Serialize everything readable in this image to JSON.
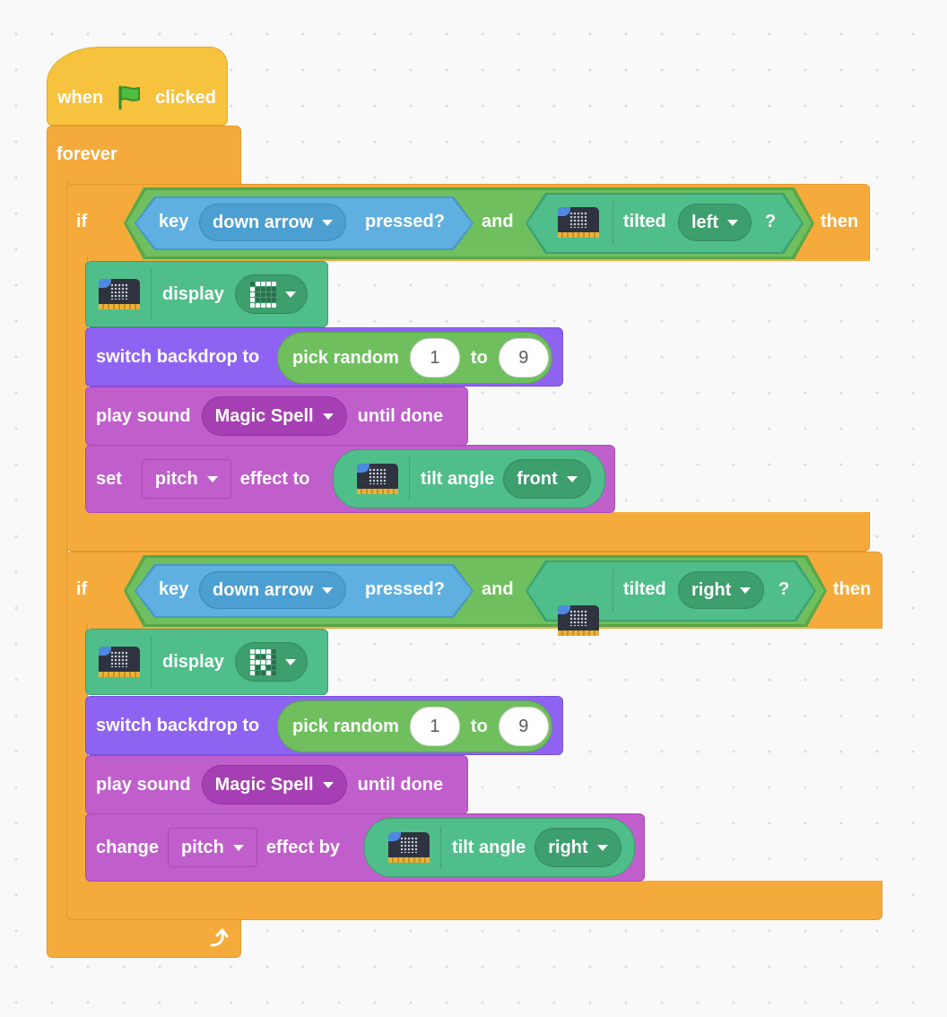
{
  "hat": {
    "when": "when",
    "clicked": "clicked"
  },
  "forever": {
    "label": "forever"
  },
  "if1": {
    "if": "if",
    "key": "key",
    "key_value": "down arrow",
    "pressed": "pressed?",
    "and": "and",
    "tilted": "tilted",
    "tilted_value": "left",
    "question": "?",
    "then": "then",
    "display": "display",
    "display_pattern": [
      0,
      1,
      1,
      1,
      1,
      1,
      0,
      0,
      0,
      0,
      1,
      0,
      0,
      0,
      0,
      1,
      0,
      0,
      0,
      0,
      1,
      1,
      1,
      1,
      1
    ],
    "switch_backdrop": "switch backdrop to",
    "pick_random": "pick random",
    "from": "1",
    "to": "to",
    "to_value": "9",
    "play_sound": "play sound",
    "sound_name": "Magic Spell",
    "until_done": "until done",
    "set": "set",
    "effect": "pitch",
    "effect_to": "effect to",
    "tilt_angle": "tilt angle",
    "tilt_dir": "front"
  },
  "if2": {
    "if": "if",
    "key": "key",
    "key_value": "down arrow",
    "pressed": "pressed?",
    "and": "and",
    "tilted": "tilted",
    "tilted_value": "right",
    "question": "?",
    "then": "then",
    "display": "display",
    "display_pattern": [
      1,
      1,
      1,
      1,
      0,
      1,
      0,
      0,
      1,
      0,
      1,
      1,
      1,
      1,
      0,
      1,
      0,
      1,
      0,
      0,
      1,
      0,
      0,
      1,
      0
    ],
    "switch_backdrop": "switch backdrop to",
    "pick_random": "pick random",
    "from": "1",
    "to": "to",
    "to_value": "9",
    "play_sound": "play sound",
    "sound_name": "Magic Spell",
    "until_done": "until done",
    "change": "change",
    "effect": "pitch",
    "effect_by": "effect by",
    "tilt_angle": "tilt angle",
    "tilt_dir": "right"
  },
  "icons": {
    "flag": "green-flag-icon",
    "loop": "loop-arrow-icon",
    "microbit": "microbit-icon"
  },
  "colors": {
    "control": "#f5ab3c",
    "events": "#f7c23e",
    "looks": "#8f63f2",
    "sound": "#c05ecc",
    "microbit": "#50be8a",
    "operators": "#6fbf5e",
    "sensing": "#5fb0e0"
  }
}
